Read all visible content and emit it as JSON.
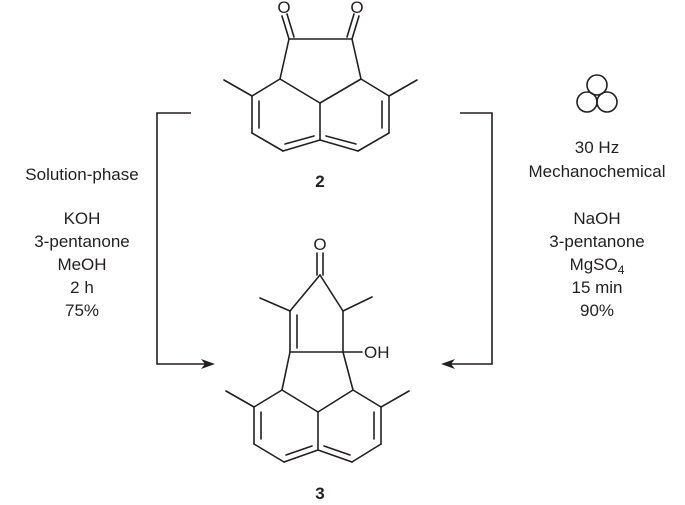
{
  "compound_2": {
    "label": "2"
  },
  "compound_3": {
    "label": "3",
    "hydroxyl": "OH"
  },
  "atoms": {
    "oxygen": "O"
  },
  "solution_conditions": {
    "title": "Solution-phase",
    "base": "KOH",
    "ketone": "3-pentanone",
    "solvent": "MeOH",
    "time": "2 h",
    "yield": "75%"
  },
  "mechanochemical_conditions": {
    "frequency": "30 Hz",
    "title": "Mechanochemical",
    "base": "NaOH",
    "ketone": "3-pentanone",
    "additive_prefix": "MgSO",
    "additive_subscript": "4",
    "time": "15 min",
    "yield": "90%"
  },
  "icons": {
    "ball_mill": "three-balls-icon"
  }
}
